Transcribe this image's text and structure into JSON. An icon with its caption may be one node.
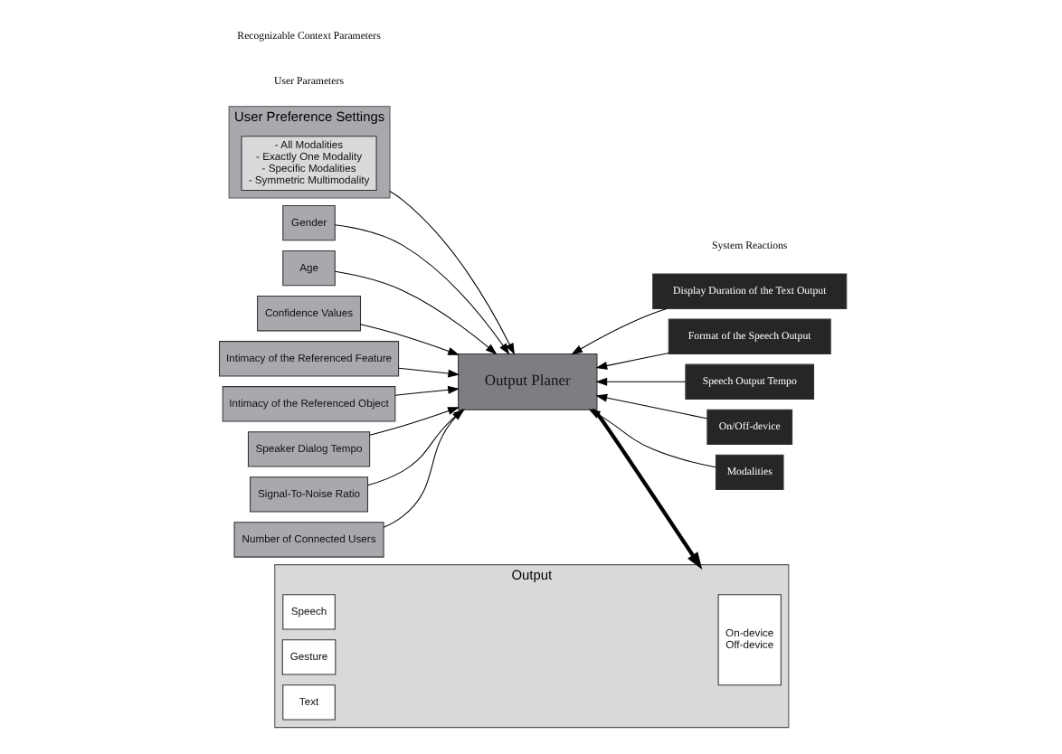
{
  "diagram": {
    "nodes": [
      {
        "text": [
          "User Preference Settings"
        ]
      },
      {
        "text": [
          "- All Modalities",
          "- Exactly One Modality",
          "- Specific Modalities",
          "- Symmetric Multimodality"
        ],
        "in": 0
      },
      {
        "text": [
          "Gender"
        ]
      },
      {
        "text": [
          "Age"
        ]
      },
      {
        "text": [
          "Confidence Values"
        ]
      },
      {
        "text": [
          "Intimacy of the Referenced Feature"
        ]
      },
      {
        "text": [
          "Intimacy of the Referenced Object"
        ]
      },
      {
        "text": [
          "Speaker Dialog Tempo"
        ]
      },
      {
        "text": [
          "Signal-To-Noise Ratio"
        ]
      },
      {
        "text": [
          "Number of Connected Users"
        ]
      },
      {
        "text": [
          "Output Planer"
        ]
      },
      {
        "text": [
          "Display Duration of the Text Output"
        ]
      },
      {
        "text": [
          "Format of the Speech Output"
        ]
      },
      {
        "text": [
          "Speech Output Tempo"
        ]
      },
      {
        "text": [
          "On/Off-device"
        ]
      },
      {
        "text": [
          "Modalities"
        ]
      },
      {
        "text": [
          "Output"
        ]
      },
      {
        "text": [
          "On-device",
          "Off-device"
        ],
        "in": 16
      },
      {
        "text": [
          "Speech"
        ],
        "in": 16
      },
      {
        "text": [
          "Gesture"
        ],
        "in": 16
      },
      {
        "text": [
          "Text"
        ],
        "in": 16
      }
    ],
    "edges": [
      {
        "from": 0,
        "to": 10,
        "arrow": "to"
      },
      {
        "from": 2,
        "to": 10,
        "arrow": "to"
      },
      {
        "from": 3,
        "to": 10,
        "arrow": "to"
      },
      {
        "from": 4,
        "to": 10,
        "arrow": "to"
      },
      {
        "from": 5,
        "to": 10,
        "arrow": "to"
      },
      {
        "from": 6,
        "to": 10,
        "arrow": "to"
      },
      {
        "from": 7,
        "to": 10,
        "arrow": "to"
      },
      {
        "from": 8,
        "to": 10,
        "arrow": "to"
      },
      {
        "from": 9,
        "to": 10,
        "arrow": "to"
      },
      {
        "from": 11,
        "to": 10,
        "arrow": "to"
      },
      {
        "from": 12,
        "to": 10,
        "arrow": "to"
      },
      {
        "from": 13,
        "to": 10,
        "arrow": "to"
      },
      {
        "from": 14,
        "to": 10,
        "arrow": "to"
      },
      {
        "from": 15,
        "to": 10,
        "arrow": "to"
      },
      {
        "from": 10,
        "to": 16,
        "arrow": "to",
        "style": "thick"
      }
    ],
    "labels": [
      "User Parameters",
      "System Reactions",
      "Recognizable Context Parameters"
    ]
  }
}
